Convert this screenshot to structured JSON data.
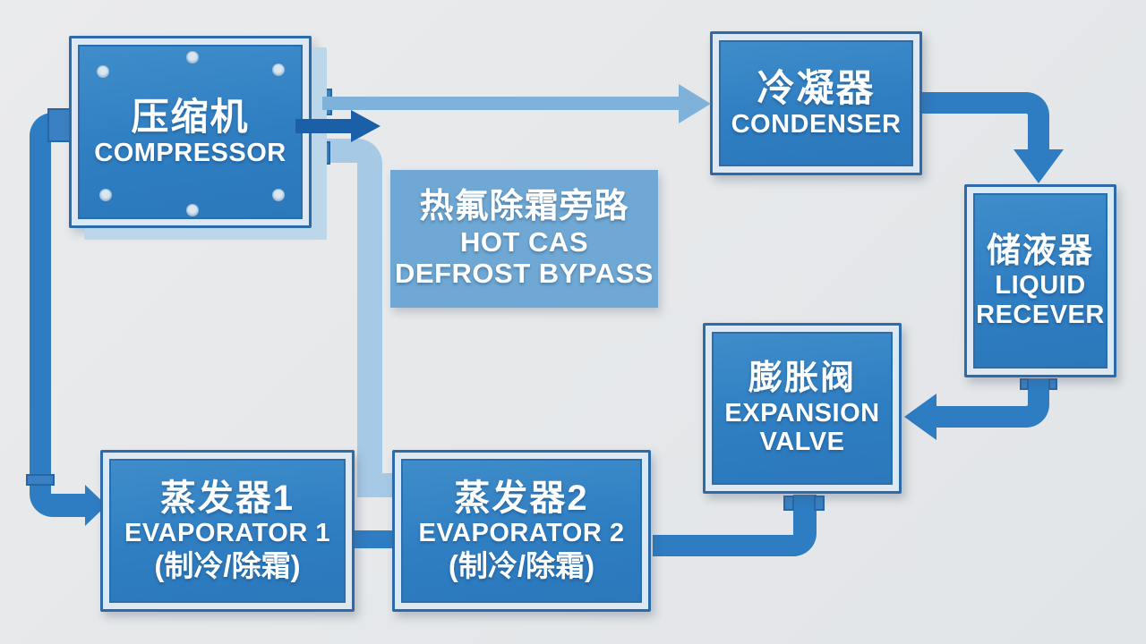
{
  "nodes": {
    "compressor": {
      "zh": "压缩机",
      "en": "COMPRESSOR"
    },
    "condenser": {
      "zh": "冷凝器",
      "en": "CONDENSER"
    },
    "receiver": {
      "zh": "储液器",
      "en1": "LIQUID",
      "en2": "RECEVER"
    },
    "valve": {
      "zh": "膨胀阀",
      "en1": "EXPANSION",
      "en2": "VALVE"
    },
    "evap1": {
      "zh": "蒸发器1",
      "en": "EVAPORATOR 1",
      "mode": "(制冷/除霜)"
    },
    "evap2": {
      "zh": "蒸发器2",
      "en": "EVAPORATOR 2",
      "mode": "(制冷/除霜)"
    }
  },
  "bypass_label": {
    "zh": "热氟除霜旁路",
    "en1": "HOT CAS",
    "en2": "DEFROST BYPASS"
  },
  "connections": [
    {
      "from": "compressor",
      "to": "condenser",
      "style": "light-blue arrow, top"
    },
    {
      "from": "compressor",
      "to": "bypass",
      "style": "short dark-blue arrow stub"
    },
    {
      "from": "compressor",
      "to": "evaporator-1",
      "style": "blue pipe down left edge, arrow into evaporator 1"
    },
    {
      "from": "compressor",
      "to": "between-evaporators",
      "style": "light-blue hot gas defrost bypass pipe"
    },
    {
      "from": "condenser",
      "to": "receiver",
      "style": "blue pipe, arrow down into receiver"
    },
    {
      "from": "receiver",
      "to": "valve",
      "style": "blue pipe, arrow left into expansion valve"
    },
    {
      "from": "valve",
      "to": "evaporator-2",
      "style": "blue pipe down then left"
    },
    {
      "from": "evaporator-2",
      "to": "evaporator-1",
      "style": "short blue connector pipe"
    }
  ],
  "colors": {
    "background": "#e7e9eb",
    "box_fill": "#3084c4",
    "box_frame": "#dce9f4",
    "box_border": "#2c6aa9",
    "pipe": "#2e7cc2",
    "light_arrow": "#7fb2da",
    "dark_arrow": "#1b5fa8",
    "bypass_pipe": "#a6c9e6",
    "label_bg": "#6fa8d4",
    "text": "#ffffff"
  }
}
